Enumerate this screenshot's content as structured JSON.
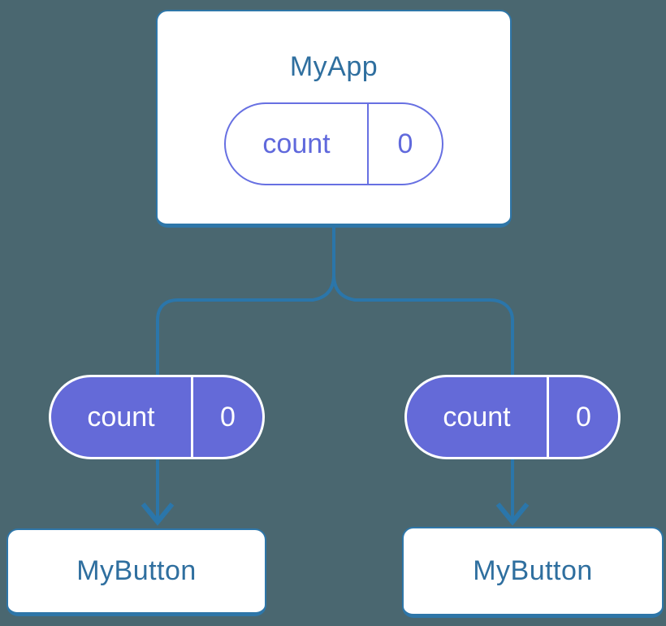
{
  "diagram": {
    "root": {
      "label": "MyApp",
      "state": {
        "name": "count",
        "value": "0"
      }
    },
    "branches": [
      {
        "state": {
          "name": "count",
          "value": "0"
        },
        "child": {
          "label": "MyButton"
        }
      },
      {
        "state": {
          "name": "count",
          "value": "0"
        },
        "child": {
          "label": "MyButton"
        }
      }
    ],
    "colors": {
      "background": "#4A6770",
      "connector_line": "#2B76AA",
      "node_border": "#2E76A8",
      "node_fill": "#FFFFFF",
      "node_text": "#2F6F9F",
      "state_pill_fill": "#646AD8",
      "state_pill_outline": "#6770E2",
      "state_text_purple": "#6069DC",
      "state_text_white": "#FFFFFF"
    }
  }
}
